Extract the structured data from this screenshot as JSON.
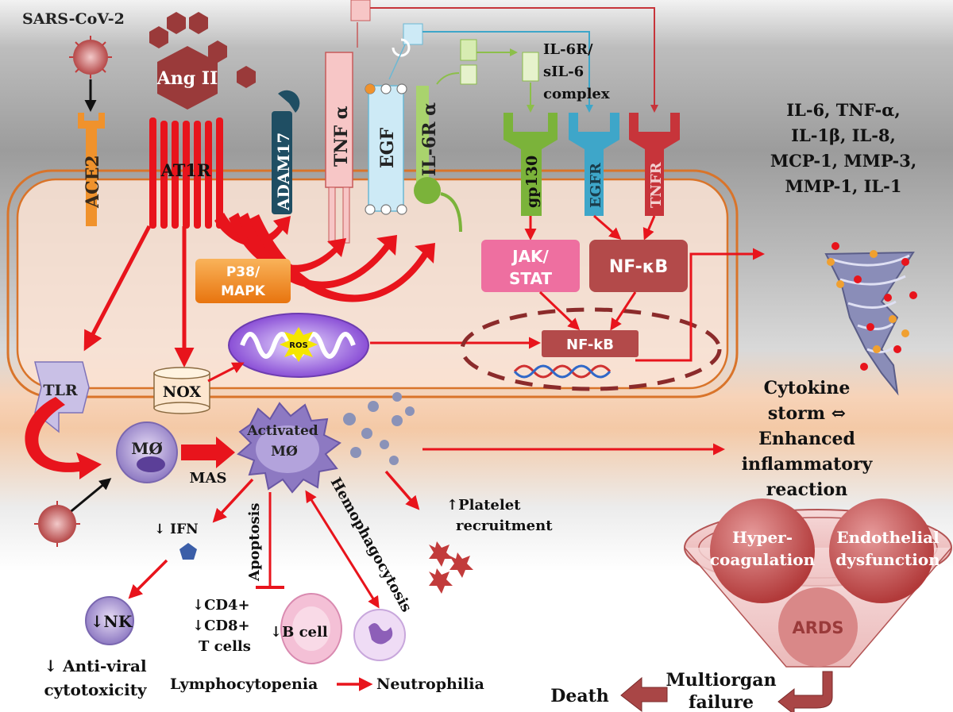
{
  "virus": {
    "label": "SARS-CoV-2"
  },
  "ligands": {
    "angii": "Ang II",
    "tnf": "TNF α",
    "egf": "EGF",
    "il6r": "IL-6R α"
  },
  "complex": {
    "line1": "IL-6R/",
    "line2": "sIL-6",
    "line3": "complex"
  },
  "receptors": {
    "ace2": "ACE2",
    "at1r": "AT1R",
    "adam17": "ADAM17",
    "gp130": "gp130",
    "egfr": "EGFR",
    "tnfr": "TNFR",
    "tlr": "TLR"
  },
  "cytokine_list": [
    "IL-6, TNF-α,",
    "IL-1β, IL-8,",
    "MCP-1, MMP-3,",
    "MMP-1, IL-1"
  ],
  "signaling": {
    "p38_line1": "P38/",
    "p38_line2": "MAPK",
    "ros": "ROS",
    "nox": "NOX",
    "jak_line1": "JAK/",
    "jak_line2": "STAT",
    "nfkb_cyto": "NF-κB",
    "nfkb_nuc": "NF-kB"
  },
  "cells": {
    "mo": "MØ",
    "mas": "MAS",
    "activated_line1": "Activated",
    "activated_line2": "MØ"
  },
  "storm": {
    "line1": "Cytokine",
    "line2": "storm ⇔",
    "line3": "Enhanced",
    "line4": "inflammatory",
    "line5": "reaction"
  },
  "funnel": {
    "hyper_line1": "Hyper-",
    "hyper_line2": "coagulation",
    "endo_line1": "Endothelial",
    "endo_line2": "dysfunction",
    "ards": "ARDS"
  },
  "outcomes": {
    "multiorgan_line1": "Multiorgan",
    "multiorgan_line2": "failure",
    "death": "Death"
  },
  "immune": {
    "ifn": "↓ IFN",
    "nk": "↓NK",
    "antiviral_line1": "↓ Anti-viral",
    "antiviral_line2": "cytotoxicity",
    "apoptosis": "Apoptosis",
    "hemophago": "Hemophagocytosis",
    "cd4": "↓CD4+",
    "cd8": "↓CD8+",
    "tcells": "T cells",
    "bcell": "↓B cell",
    "platelet_line1": "↑Platelet",
    "platelet_line2": "recruitment",
    "lympho": "Lymphocytopenia",
    "neutro": "Neutrophilia"
  },
  "colors": {
    "red_arrow": "#e8141c",
    "dark_red": "#8b1a1a",
    "cell_fill": "#fbe3d4",
    "cell_border": "#d97a2b",
    "nfkb": "#b34a4a",
    "jak": "#ee6fa0",
    "p38": "#f0801f",
    "gp130": "#7bb33a",
    "egfr": "#3ea6c9",
    "tnfr": "#c7343a",
    "funnel": "#c85a5a"
  }
}
